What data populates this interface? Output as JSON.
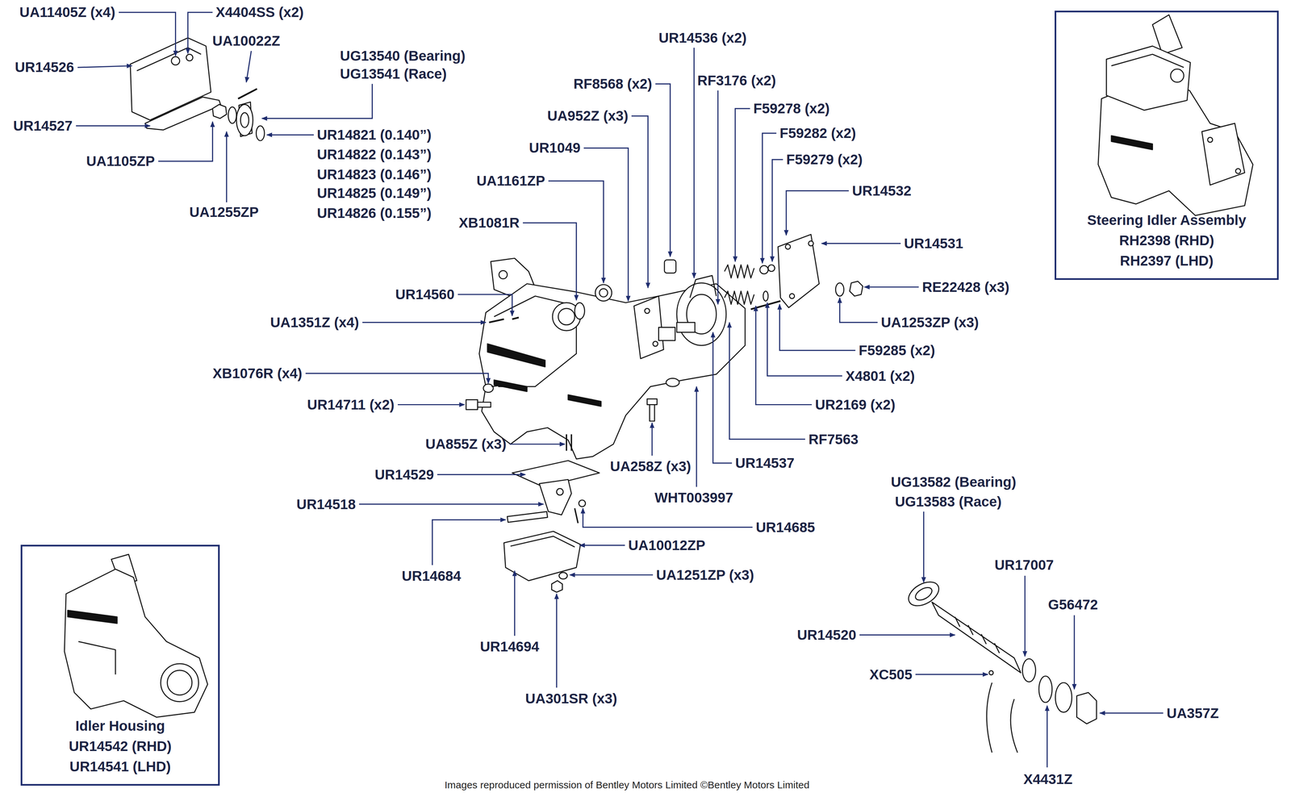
{
  "diagram": {
    "nodes": [
      {
        "text": [
          "Steering Idler Assembly",
          "RH2398 (RHD)",
          "RH2397 (LHD)"
        ]
      },
      {
        "text": [
          "Idler Housing",
          "UR14542 (RHD)",
          "UR14541 (LHD)"
        ]
      }
    ],
    "labels": [
      "UA11405Z (x4)",
      "X4404SS (x2)",
      "UR14526",
      "UA10022Z",
      "UG13540 (Bearing)",
      "UG13541 (Race)",
      "UR14527",
      "UA1105ZP",
      "UA1255ZP",
      "UR14821 (0.140”)",
      "UR14822 (0.143”)",
      "UR14823 (0.146”)",
      "UR14825 (0.149”)",
      "UR14826 (0.155”)",
      "UR14536 (x2)",
      "RF8568 (x2)",
      "RF3176 (x2)",
      "F59278 (x2)",
      "F59282 (x2)",
      "F59279 (x2)",
      "UA952Z (x3)",
      "UR1049",
      "UA1161ZP",
      "UR14532",
      "XB1081R",
      "UR14531",
      "RE22428 (x3)",
      "UR14560",
      "UA1351Z (x4)",
      "UA1253ZP (x3)",
      "F59285 (x2)",
      "XB1076R (x4)",
      "X4801 (x2)",
      "UR14711 (x2)",
      "UR2169 (x2)",
      "RF7563",
      "UA855Z (x3)",
      "UR14537",
      "UA258Z (x3)",
      "UR14529",
      "WHT003997",
      "UR14518",
      "UR14685",
      "UA10012ZP",
      "UA1251ZP (x3)",
      "UR14684",
      "UR14694",
      "UA301SR (x3)",
      "UG13582 (Bearing)",
      "UG13583 (Race)",
      "UR17007",
      "G56472",
      "UR14520",
      "XC505",
      "UA357Z",
      "X4431Z",
      "Images reproduced permission of Bentley Motors Limited ©Bentley Motors Limited"
    ]
  }
}
